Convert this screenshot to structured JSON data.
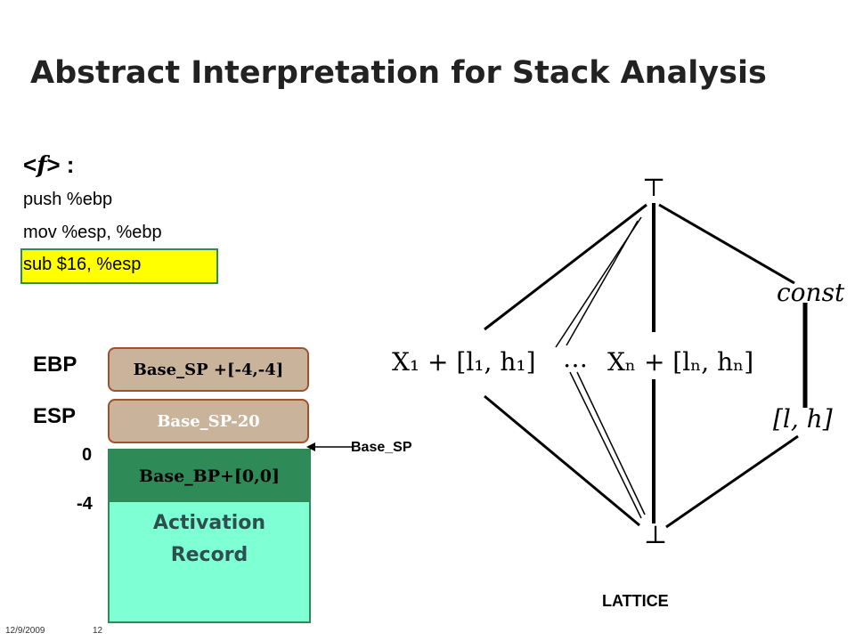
{
  "slide": {
    "title": "Abstract Interpretation for Stack Analysis",
    "function_sig": {
      "open": "<",
      "name": "f",
      "close": "> :"
    },
    "code": [
      "push  %ebp",
      "mov %esp, %ebp",
      "sub $16, %esp"
    ],
    "highlight_color": "#ffff00",
    "registers": {
      "ebp_label": "EBP",
      "ebp_value": "Base_SP +[-4,-4]",
      "esp_label": "ESP",
      "esp_value": "Base_SP-20"
    },
    "stack": {
      "offset_top": "0",
      "offset_next": "-4",
      "top_cell": "Base_BP+[0,0]",
      "record_line1": "Activation",
      "record_line2": "Record",
      "base_pointer_label": "Base_SP"
    },
    "lattice": {
      "caption": "LATTICE",
      "top": "⊤",
      "bottom": "⊥",
      "const": "const",
      "interval": "[l, h]",
      "ellipsis": "…",
      "x1": "X₁ + [l₁, h₁]",
      "xn": "Xₙ + [lₙ, hₙ]"
    },
    "footer": {
      "date": "12/9/2009",
      "page": "12"
    },
    "colors": {
      "register_box": "#c9b49b",
      "register_border": "#a0522d",
      "stack_top": "#2e8b57",
      "stack_body": "#7fffd4"
    }
  }
}
